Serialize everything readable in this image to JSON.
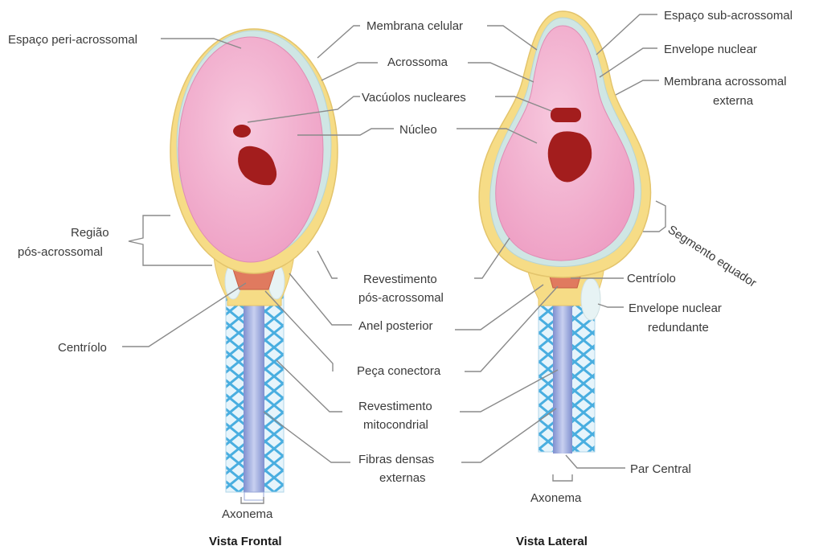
{
  "labels": {
    "membrana_celular": "Membrana celular",
    "espaco_sub_acrossomal": "Espaço sub-acrossomal",
    "espaco_peri_acrossomal": "Espaço peri-acrossomal",
    "acrossoma": "Acrossoma",
    "envelope_nuclear": "Envelope nuclear",
    "membrana_acrossomal_externa_1": "Membrana acrossomal",
    "membrana_acrossomal_externa_2": "externa",
    "vacuolos_nucleares": "Vacúolos nucleares",
    "nucleo": "Núcleo",
    "regiao_pos_acrossomal_1": "Região",
    "regiao_pos_acrossomal_2": "pós-acrossomal",
    "segmento_equador": "Segmento equador",
    "revestimento_pos_acrossomal_1": "Revestimento",
    "revestimento_pos_acrossomal_2": "pós-acrossomal",
    "centriolo_right": "Centríolo",
    "envelope_nuclear_redundante_1": "Envelope nuclear",
    "envelope_nuclear_redundante_2": "redundante",
    "anel_posterior": "Anel posterior",
    "centriolo_left": "Centríolo",
    "peca_conectora": "Peça conectora",
    "revestimento_mitocondrial_1": "Revestimento",
    "revestimento_mitocondrial_2": "mitocondrial",
    "fibras_densas_externas_1": "Fibras densas",
    "fibras_densas_externas_2": "externas",
    "par_central": "Par Central",
    "axonema_left": "Axonema",
    "axonema_right": "Axonema"
  },
  "views": {
    "frontal": "Vista Frontal",
    "lateral": "Vista Lateral"
  },
  "colors": {
    "outer_membrane": "#f6dc86",
    "acrosome_layer": "#cfe6e4",
    "nucleus": "#f2b6d2",
    "vacuole": "#a31d1d",
    "centriole": "#e07a5f",
    "axoneme": "#9aa8d8",
    "mitochondria": "#5bb7e6"
  }
}
